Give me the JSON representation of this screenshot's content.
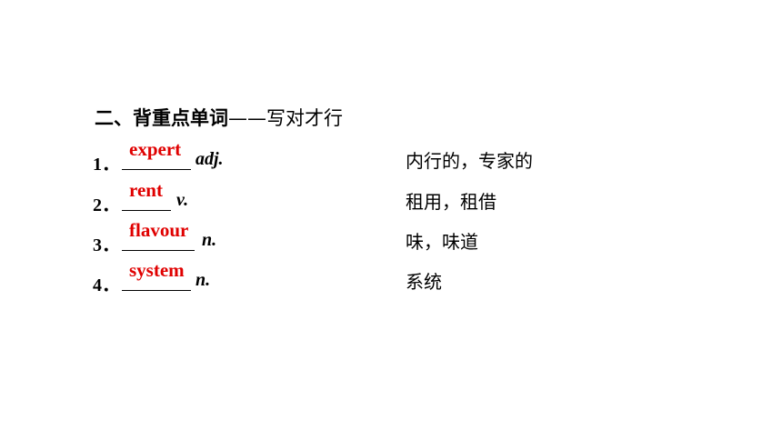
{
  "heading": {
    "prefix": "二、背重点单词",
    "suffix": "——写对才行"
  },
  "items": [
    {
      "number": "1．",
      "answer": "expert",
      "pos": "adj.",
      "meaning": "内行的，专家的"
    },
    {
      "number": "2．",
      "answer": "rent",
      "pos": "v.",
      "meaning": "租用，租借"
    },
    {
      "number": "3．",
      "answer": "flavour",
      "pos": "n.",
      "meaning": "味，味道"
    },
    {
      "number": "4．",
      "answer": "system",
      "pos": "n.",
      "meaning": "系统"
    }
  ],
  "colors": {
    "answer": "#e00000",
    "text": "#000000",
    "background": "#ffffff"
  }
}
